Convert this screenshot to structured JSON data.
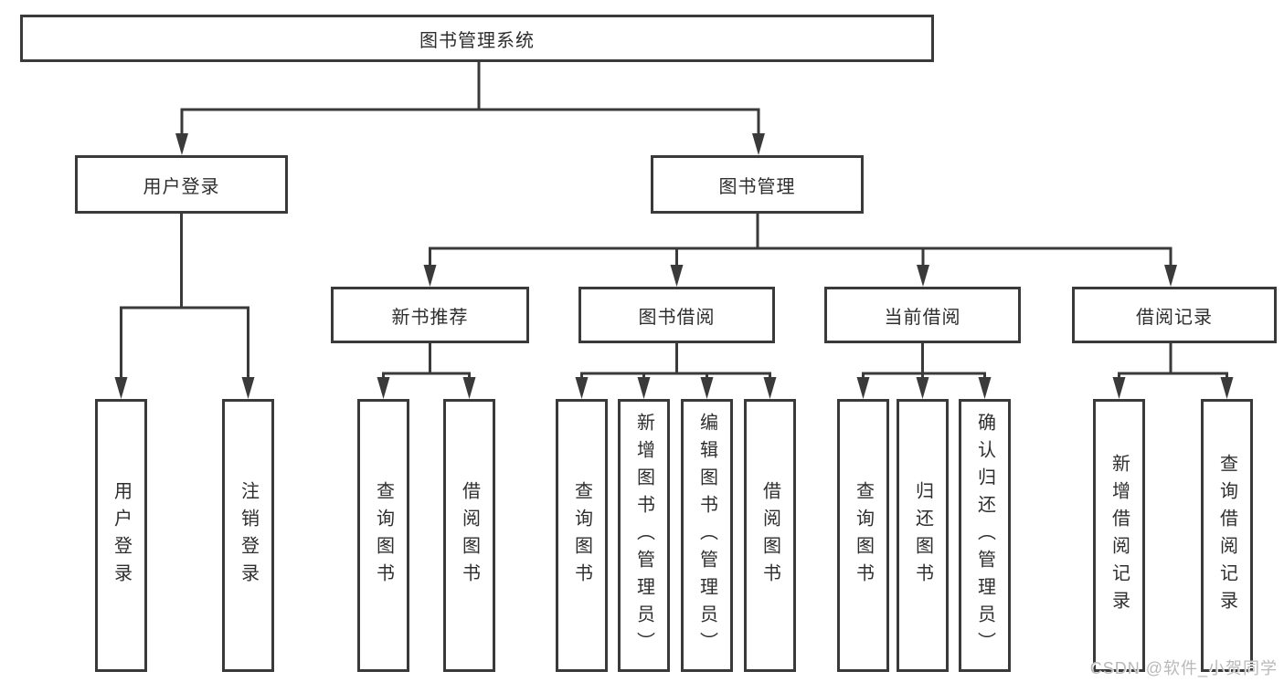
{
  "diagram": {
    "tree": {
      "root": {
        "label": "图书管理系统"
      },
      "branches": [
        {
          "label": "用户登录",
          "children": [
            {
              "label": "用户登录"
            },
            {
              "label": "注销登录"
            }
          ]
        },
        {
          "label": "图书管理",
          "children": [
            {
              "label": "新书推荐",
              "children": [
                {
                  "label": "查询图书"
                },
                {
                  "label": "借阅图书"
                }
              ]
            },
            {
              "label": "图书借阅",
              "children": [
                {
                  "label": "查询图书"
                },
                {
                  "label": "新增图书（管理员）"
                },
                {
                  "label": "编辑图书（管理员）"
                },
                {
                  "label": "借阅图书"
                }
              ]
            },
            {
              "label": "当前借阅",
              "children": [
                {
                  "label": "查询图书"
                },
                {
                  "label": "归还图书"
                },
                {
                  "label": "确认归还（管理员）"
                }
              ]
            },
            {
              "label": "借阅记录",
              "children": [
                {
                  "label": "新增借阅记录"
                },
                {
                  "label": "查询借阅记录"
                }
              ]
            }
          ]
        }
      ]
    },
    "colors": {
      "line": "#3a3a3a",
      "box_border": "#3a3a3a",
      "text": "#2e2e2e",
      "background": "#ffffff",
      "watermark": "#b9b9b9"
    }
  },
  "watermark": {
    "text": "CSDN @软件_小贺同学"
  }
}
